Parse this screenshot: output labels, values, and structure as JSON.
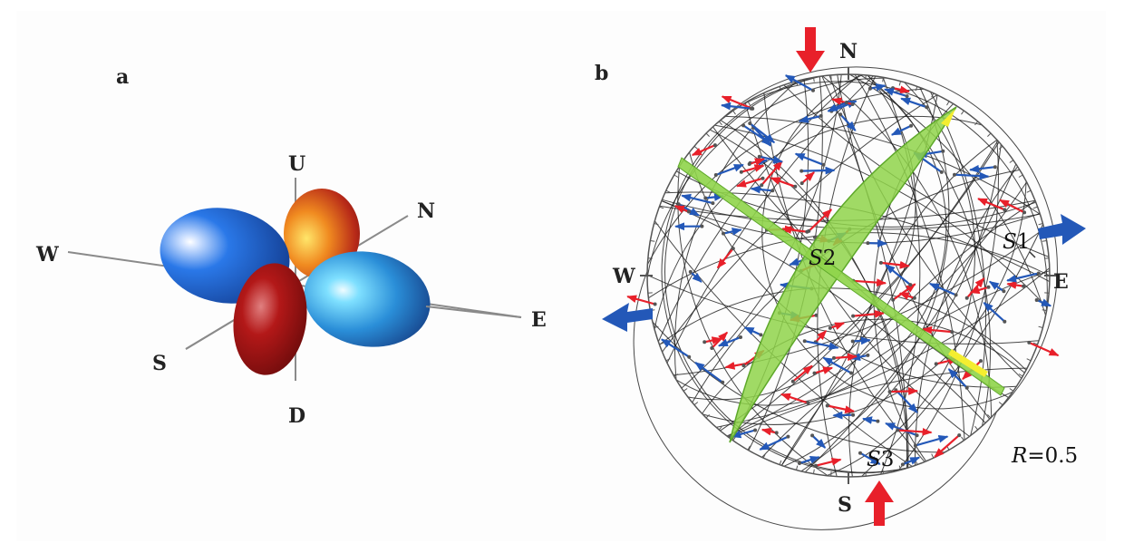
{
  "panel_a": {
    "letter": "a",
    "axes": {
      "up": "U",
      "down": "D",
      "north": "N",
      "south": "S",
      "east": "E",
      "west": "W"
    }
  },
  "panel_b": {
    "letter": "b",
    "compass": {
      "north": "N",
      "south": "S",
      "east": "E",
      "west": "W"
    },
    "stress_axes": {
      "s1": {
        "sym": "S",
        "sub": "1"
      },
      "s2": {
        "sym": "S",
        "sub": "2"
      },
      "s3": {
        "sym": "S",
        "sub": "3"
      }
    },
    "ratio": {
      "sym": "R",
      "val": "=0.5"
    }
  },
  "colors": {
    "compression_arrow": "#e8202a",
    "extension_arrow": "#2358b8",
    "plane": "#8fd44a",
    "great_circle": "#1a1a1a"
  }
}
